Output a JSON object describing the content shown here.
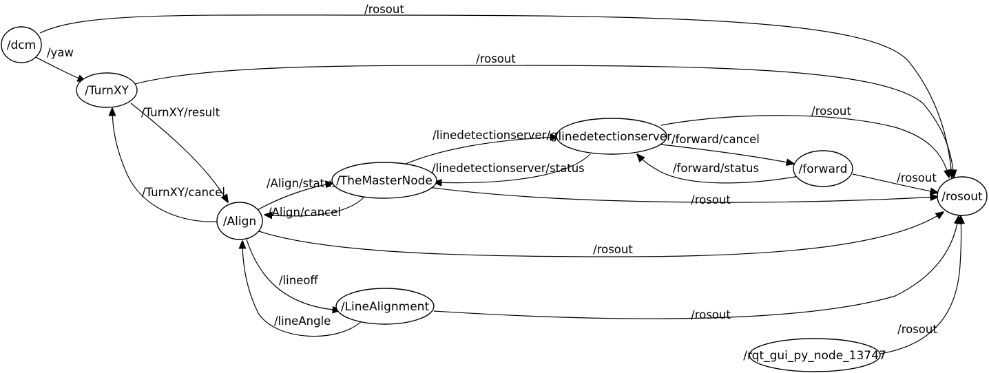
{
  "graph": {
    "type": "ros-computation-graph",
    "nodes": {
      "dcm": "/dcm",
      "turnxy": "/TurnXY",
      "align": "/Align",
      "themasternode": "/TheMasterNode",
      "linedetectionserver": "/linedetectionserver",
      "forward": "/forward",
      "rosout": "/rosout",
      "linealignment": "/LineAlignment",
      "rqt": "/rqt_gui_py_node_13747"
    },
    "edges": [
      {
        "from": "/dcm",
        "to": "/rosout",
        "label": "/rosout"
      },
      {
        "from": "/dcm",
        "to": "/TurnXY",
        "label": "/yaw"
      },
      {
        "from": "/TurnXY",
        "to": "/rosout",
        "label": "/rosout"
      },
      {
        "from": "/TurnXY",
        "to": "/Align",
        "label": "/TurnXY/result"
      },
      {
        "from": "/Align",
        "to": "/TurnXY",
        "label": "/TurnXY/cancel"
      },
      {
        "from": "/Align",
        "to": "/TheMasterNode",
        "label": "/Align/status"
      },
      {
        "from": "/TheMasterNode",
        "to": "/Align",
        "label": "/Align/cancel"
      },
      {
        "from": "/TheMasterNode",
        "to": "/linedetectionserver",
        "label": "/linedetectionserver/goal"
      },
      {
        "from": "/linedetectionserver",
        "to": "/TheMasterNode",
        "label": "/linedetectionserver/status"
      },
      {
        "from": "/linedetectionserver",
        "to": "/rosout",
        "label": "/rosout"
      },
      {
        "from": "/linedetectionserver",
        "to": "/forward",
        "label": "/forward/cancel"
      },
      {
        "from": "/forward",
        "to": "/linedetectionserver",
        "label": "/forward/status"
      },
      {
        "from": "/forward",
        "to": "/rosout",
        "label": "/rosout"
      },
      {
        "from": "/TheMasterNode",
        "to": "/rosout",
        "label": "/rosout"
      },
      {
        "from": "/Align",
        "to": "/rosout",
        "label": "/rosout"
      },
      {
        "from": "/Align",
        "to": "/LineAlignment",
        "label": "/lineoff"
      },
      {
        "from": "/LineAlignment",
        "to": "/Align",
        "label": "/lineAngle"
      },
      {
        "from": "/LineAlignment",
        "to": "/rosout",
        "label": "/rosout"
      },
      {
        "from": "/rqt_gui_py_node_13747",
        "to": "/rosout",
        "label": "/rosout"
      }
    ]
  }
}
